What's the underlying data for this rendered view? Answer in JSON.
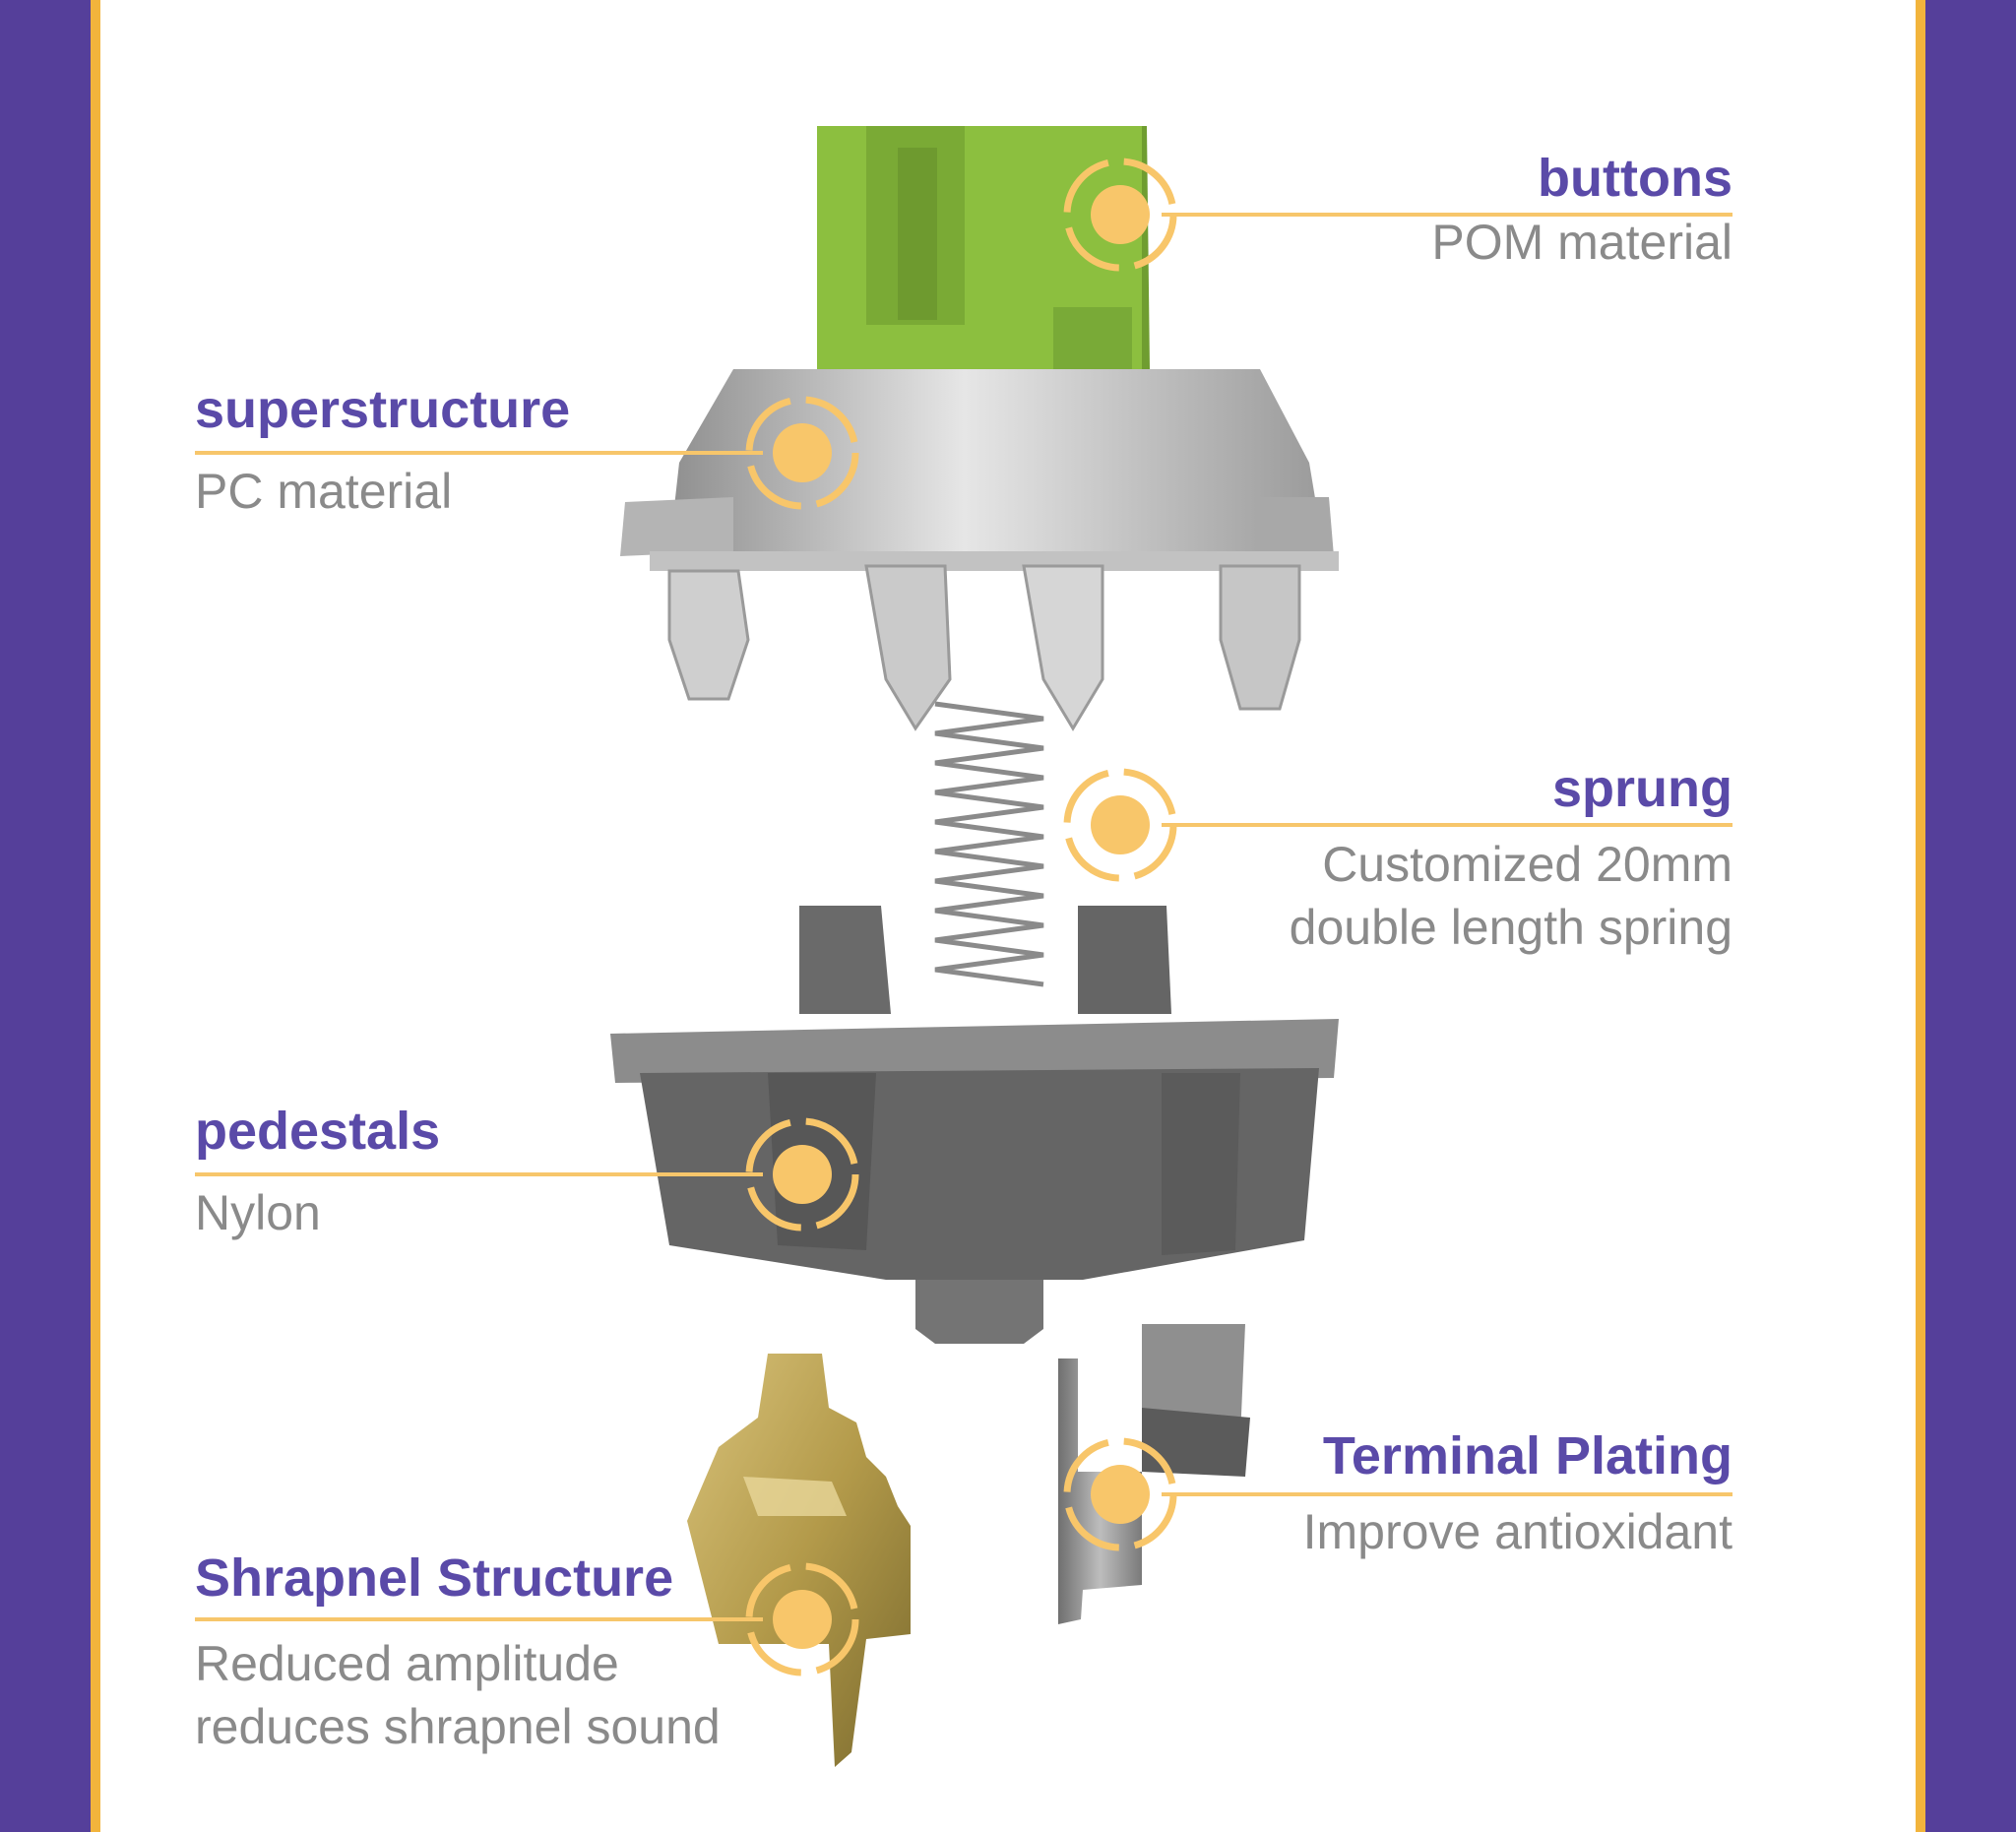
{
  "colors": {
    "frame": "#553f9a",
    "frame_border": "#f2b43c",
    "accent_text": "#5a4aa8",
    "muted_text": "#8a8a8a",
    "marker": "#f8c66a",
    "leader_line": "#f7c66b"
  },
  "components": [
    {
      "id": "buttons",
      "title": "buttons",
      "lines": [
        "POM material"
      ]
    },
    {
      "id": "superstructure",
      "title": "superstructure",
      "lines": [
        "PC material"
      ]
    },
    {
      "id": "sprung",
      "title": "sprung",
      "lines": [
        "Customized 20mm",
        "double length spring"
      ]
    },
    {
      "id": "pedestals",
      "title": "pedestals",
      "lines": [
        "Nylon"
      ]
    },
    {
      "id": "terminal",
      "title": "Terminal Plating",
      "lines": [
        "Improve antioxidant"
      ]
    },
    {
      "id": "shrapnel",
      "title": "Shrapnel Structure",
      "lines": [
        "Reduced amplitude",
        "reduces shrapnel sound"
      ]
    }
  ],
  "icons": [
    "callout-marker-icon"
  ]
}
